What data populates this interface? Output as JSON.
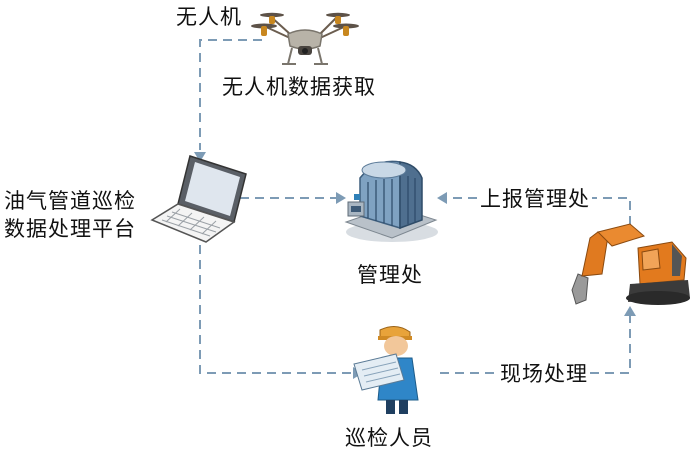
{
  "labels": {
    "drone": "无人机",
    "drone_acquisition": "无人机数据获取",
    "platform_line1": "油气管道巡检",
    "platform_line2": "数据处理平台",
    "management": "管理处",
    "report": "上报管理处",
    "onsite": "现场处理",
    "inspector": "巡检人员"
  },
  "icons": {
    "drone": "drone-icon",
    "laptop": "laptop-icon",
    "building": "office-building-icon",
    "excavator": "excavator-icon",
    "worker": "worker-with-blueprint-icon"
  },
  "colors": {
    "connector": "#7d9bb5",
    "text": "#111111"
  }
}
